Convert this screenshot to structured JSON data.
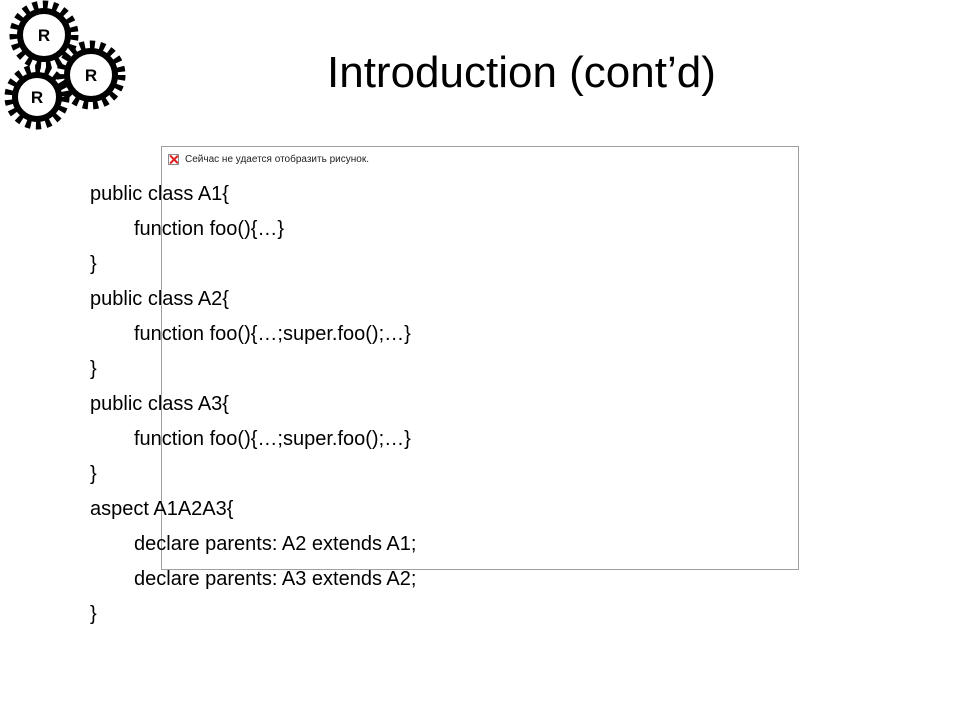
{
  "slide": {
    "title": "Introduction (cont’d)",
    "logo": {
      "icon": "triple-gear-logo-icon",
      "letters": [
        "R",
        "R",
        "R"
      ]
    },
    "broken_image": {
      "icon": "broken-image-icon",
      "message": "Сейчас не удается отобразить рисунок."
    },
    "code_lines": [
      "public class A1{",
      "function foo(){…}",
      "}",
      "public class A2{",
      "function foo(){…;super.foo();…}",
      "}",
      "public class A3{",
      "function foo(){…;super.foo();…}",
      "}",
      "aspect A1A2A3{",
      "declare parents: A2 extends A1;",
      "declare parents: A3 extends A2;",
      "}"
    ]
  }
}
